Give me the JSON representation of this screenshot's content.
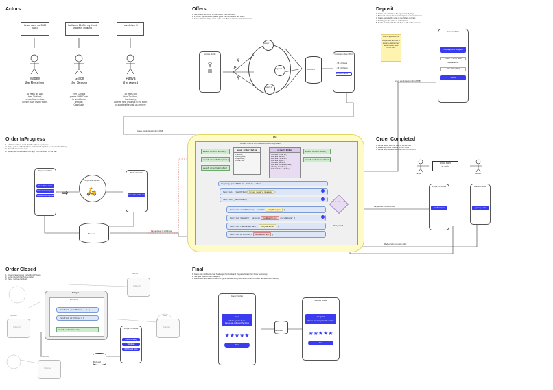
{
  "actors": {
    "title": "Actors",
    "bubbles": [
      "Grace owns me 3535 BAHT",
      "I will send $100 to my friend Madee in Thailand",
      "I can deliver it!"
    ],
    "people": [
      {
        "name": "Madee\nthe Receiver",
        "desc": "35 years old lady,\nfrom Thailand,\nruns a flowers store,\ndoesn't have crypto wallet."
      },
      {
        "name": "Grace\nthe Sender",
        "desc": "from Canada\nprefers BNB Chain\nto send funds\nthrough\nCashCash"
      },
      {
        "name": "Panya\nthe Agent",
        "desc": "35 years old,\nfrom Thailand,\nhas bakery,\naccepts fund requests in the store,\nor supplies the cash as delivery."
      }
    ]
  },
  "offers": {
    "title": "Offers",
    "steps": [
      "1. She locates her friend on map inside the CashCash.",
      "2. 3 courier agents shows up and gives their convenient rate offers",
      "3. Grace chooses Panya since is the best offer as location and price aspect"
    ],
    "phone_title": "Grace's Mobile",
    "agents": [
      "Agent 1",
      "Agent 2",
      "Agent 3"
    ],
    "db_label": "Back-end",
    "offer_phone_title": "Conversion Rate Offers",
    "offer_items": [
      "35.44 Oracle",
      "35.63 Chiang",
      "35.50 Panya"
    ]
  },
  "deposit": {
    "title": "Deposit",
    "steps": [
      "1. Grace gets notified as the agent is ready to go.",
      "2. Backend delivers the calculated price to Grace's screen.",
      "3. Grace deposits the value to the Orders contract",
      "4. that triggers the order as \"InProgress\"",
      "5. Funds get locked til the job done or the order cancelled"
    ],
    "note": "BNB is a preference.\n\nRequesters are free to use any network they would like to send funds from.",
    "phone_title": "Grace's Mobile",
    "accepted": "Your request is accepted!",
    "rate": "1 USDT = 35.35 BAHT",
    "panya": "Panya: 35.50",
    "usdt": "100 USDT (BSC)",
    "submit": "Submit",
    "flow_label": "Grace sends deposit info to BNB"
  },
  "inprogress": {
    "title": "Order InProgress",
    "steps": [
      "1. Contract emits an event that the order is in progress",
      "2. Panya gets a notification from the backend app that is ready for the delivery",
      "3. Then she leaves her store",
      "4. Madee gets a notification that says \"Your funds are on the way\""
    ],
    "phone1_title": "Panya's or Mobile",
    "phone1_items": [
      "Your offer is taken",
      "Deliver offer request",
      "Madee Oder request"
    ],
    "scooter_label": "Panya is on delivery",
    "phone2_title": "Madee's Mobile",
    "phone2_items": [
      "Your funds on the way"
    ],
    "db_label": "Back-end"
  },
  "contract": {
    "title": "BSC",
    "subtitle": "contract Order is ICOPRecursor, ReentrancyGuard {",
    "left_fns": [
      "event orderCreated()",
      "event orderInProgress()",
      "event orderCompleted()"
    ],
    "struct1_title": "enum OrderStatus",
    "struct1_body": "Created,\nInProgress,\nCompleted,\nCancelled",
    "struct2_title": "struct Order",
    "struct2_body": "uint256 orderId;\naddress sender;\naddress receiver;\naddress agent;\nuint256 amount;\naddress tokenAddress;\nstring location;\nOrderStatus status;",
    "right_fns": [
      "event orderClosed()",
      "event orderCancelled()"
    ],
    "map_line": "mapping (uint256 => Order) orders",
    "fns": [
      {
        "name": "function _clearOrder(",
        "arg": "bytes memory message",
        "end": ")"
      },
      {
        "name": "function _sendToken(",
        "arg": "",
        "end": ")"
      },
      {
        "name": "function createOrder() payable",
        "arg": "onlyRelayer",
        "end": "{"
      },
      {
        "name": "function deposit() payable",
        "arg": "nonReentrant",
        "end": "onlyRelayer {"
      },
      {
        "name": "function completeOrder()",
        "arg": "onlyReceiver",
        "end": "{"
      },
      {
        "name": "function withdraw()",
        "arg": "nonReentrant",
        "end": "{"
      }
    ],
    "diamond_label": "AllPlatform Network ?",
    "side_label": "Relayer Call"
  },
  "completed": {
    "title": "Order Completed",
    "steps": [
      "1. Panya hands over the cash to the receiver",
      "2. Madee approves that she got her funds",
      "3. Panya does request her funds from the contract"
    ],
    "cash": "3535 Baht\nin cash",
    "person1": "Panya",
    "person2": "Madee",
    "phone1_title": "Panya's or Mobile",
    "phone1_btn": "Confirm order",
    "phone2_title": "Madee's Mobile",
    "phone2_btn": "I got my funds"
  },
  "closed": {
    "title": "Order Closed",
    "steps": [
      "1. Order contract sends the funds to Polygon",
      "2. as the network that Panya prefers",
      "3. Panya receives her funds"
    ],
    "polygon_title": "Polygon",
    "order_sol": "Order.sol",
    "fns": [
      "function _sendToken(...) {",
      "function withdraw() {",
      "event orderClosed()"
    ],
    "chains": [
      "zkEVM",
      "Optimism",
      "Avalanche",
      "Base"
    ],
    "chain_file": "Order.sol",
    "phone_title": "Panya's or Mobile",
    "phone_items": [
      "Funds is ready",
      "Withdraw",
      "Withdrawal done"
    ],
    "db_label": "Back-end"
  },
  "final": {
    "title": "Final",
    "steps": [
      "1. Grace gets notification that: Madee got her funds and Panya withdrawn her funds seamlessly",
      "2. She gets asked to rate the agent.",
      "3. Madee also gets asked to rate the agent. Multiple rating mechanism; even on-chain! (Enhancement feature)"
    ],
    "phone1_title": "Grace's Mobile",
    "phone1_msg": "Done!\n\nMadee got her funds\nPanya has delivered the funds",
    "phone1_btn": "Rate",
    "db_label": "Back-end",
    "phone2_title": "Madee's Mobile",
    "phone2_msg": "Congrats!\n\nPlease rate Panya for the service",
    "phone2_btn": "Rate"
  },
  "flow_labels": {
    "a": "Grace sends deposit info to BNB",
    "b": "Panya calls Confirm Order",
    "c": "Madee calls Complete order",
    "d": "Panya closes & withdraws"
  },
  "colors": {
    "accent": "#3b3bf0",
    "yellow": "#fffbc7",
    "code": "#dde6f7",
    "green": "#cdeccd"
  }
}
